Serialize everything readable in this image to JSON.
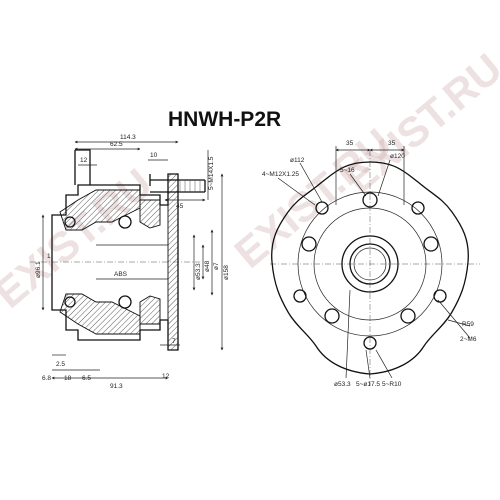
{
  "part_number": "HNWH-P2R",
  "watermark": "EXIST.RU",
  "side_view": {
    "dims": {
      "overall_length": "114.3",
      "flange_depth": "62.5",
      "d12": "12",
      "d10": "10",
      "stud_thread": "5~M14X1.5",
      "d45": "45",
      "d1": "1",
      "d96": "ø96.1",
      "d533": "ø53.3",
      "d48": "ø48",
      "d7": "ø7",
      "d158": "ø158",
      "abs": "ABS",
      "d7b": "7",
      "d25": "2.5",
      "d68": "6.8",
      "d18": "18",
      "d65": "6.5",
      "d913": "91.3",
      "d12b": "12"
    }
  },
  "front_view": {
    "dims": {
      "a35": "35",
      "b35": "35",
      "bolt_circle_112": "ø112",
      "bolt_circle_120": "ø120",
      "holes_516": "5~16",
      "thread_m12": "4~M12X1.25",
      "r59": "R59",
      "m6": "2~M6",
      "d533": "ø53.3",
      "holes_175": "5~ø17.5",
      "r10": "5~R10"
    }
  }
}
